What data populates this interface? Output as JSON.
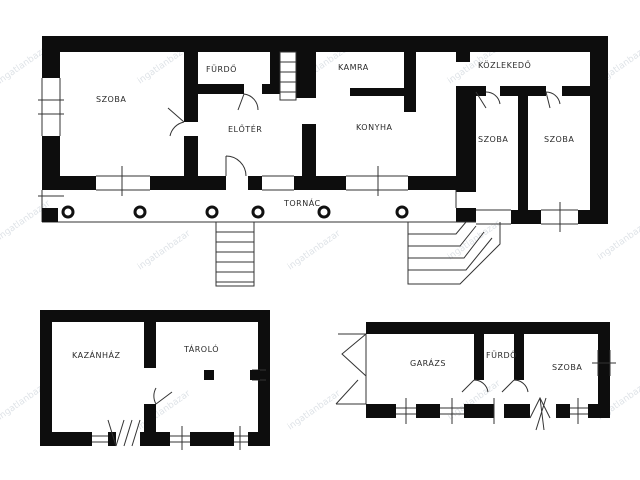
{
  "floor_plan": {
    "main_house": {
      "rooms": [
        {
          "id": "szoba-left",
          "label": "SZOBA"
        },
        {
          "id": "furdo",
          "label": "FÜRDŐ"
        },
        {
          "id": "eloter",
          "label": "ELŐTÉR"
        },
        {
          "id": "kamra",
          "label": "KAMRA"
        },
        {
          "id": "konyha",
          "label": "KONYHA"
        },
        {
          "id": "kozlekedo",
          "label": "KÖZLEKEDŐ"
        },
        {
          "id": "szoba-right-1",
          "label": "SZOBA"
        },
        {
          "id": "szoba-right-2",
          "label": "SZOBA"
        },
        {
          "id": "tornac",
          "label": "TORNÁC"
        }
      ]
    },
    "outbuilding_left": {
      "rooms": [
        {
          "id": "kazanhaz",
          "label": "KAZÁNHÁZ"
        },
        {
          "id": "tarolo",
          "label": "TÁROLÓ"
        }
      ]
    },
    "outbuilding_right": {
      "rooms": [
        {
          "id": "garazs",
          "label": "GARÁZS"
        },
        {
          "id": "furdo-2",
          "label": "FÜRDŐ"
        },
        {
          "id": "szoba-3",
          "label": "SZOBA"
        }
      ]
    }
  },
  "watermark": {
    "text": "ingatlanbazar"
  }
}
